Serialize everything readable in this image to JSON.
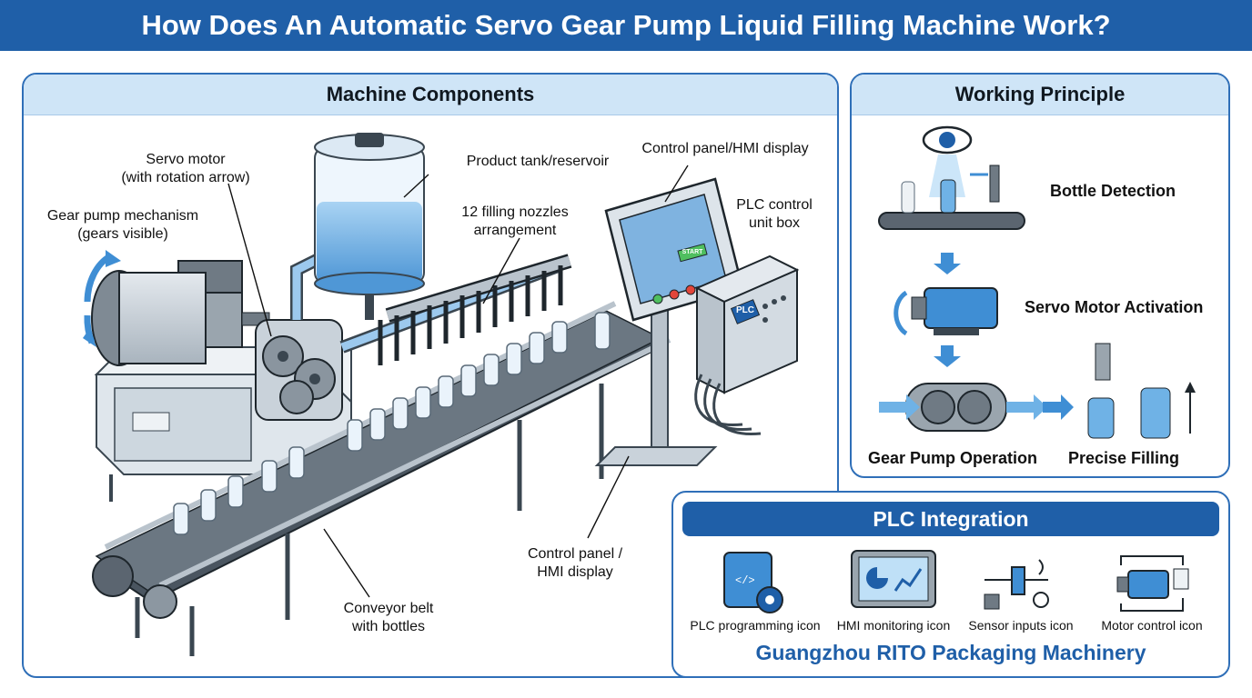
{
  "title": "How Does An Automatic Servo Gear Pump Liquid Filling Machine Work?",
  "components": {
    "header": "Machine Components",
    "labels": {
      "servo_motor": "Servo motor\n(with rotation arrow)",
      "gear_pump": "Gear pump mechanism\n(gears visible)",
      "tank": "Product tank/reservoir",
      "nozzles": "12 filling nozzles\narrangement",
      "hmi_top": "Control panel/HMI display",
      "plc_box": "PLC control\nunit box",
      "hmi_bottom": "Control panel /\nHMI display",
      "conveyor": "Conveyor belt\nwith bottles"
    },
    "plc_box_text": "PLC",
    "hmi_button_text": "START"
  },
  "principle": {
    "header": "Working Principle",
    "steps": [
      "Bottle Detection",
      "Servo Motor Activation",
      "Gear Pump Operation",
      "Precise Filling"
    ]
  },
  "plc": {
    "header": "PLC Integration",
    "icons": [
      {
        "name": "cpu-gear-icon",
        "label": "PLC programming icon"
      },
      {
        "name": "hmi-monitor-icon",
        "label": "HMI monitoring icon"
      },
      {
        "name": "sensor-icon",
        "label": "Sensor inputs icon"
      },
      {
        "name": "motor-control-icon",
        "label": "Motor control icon"
      }
    ],
    "company": "Guangzhou RITO Packaging Machinery"
  },
  "colors": {
    "brand": "#1f5fa8",
    "header_fill": "#cfe5f7",
    "liquid": "#6fb2e6",
    "metal": "#b9c3cc"
  }
}
